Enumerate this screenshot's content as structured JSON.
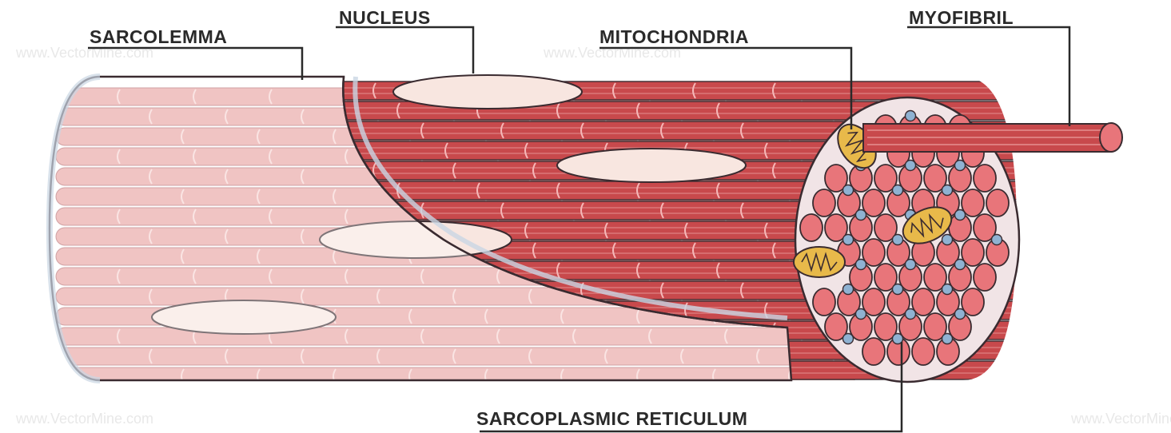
{
  "diagram": {
    "labels": {
      "sarcolemma": "SARCOLEMMA",
      "nucleus": "NUCLEUS",
      "mitochondria": "MITOCHONDRIA",
      "myofibril": "MYOFIBRIL",
      "sarcoplasmic_reticulum": "SARCOPLASMIC RETICULUM"
    },
    "watermark": "www.VectorMine.com",
    "colors": {
      "fibril_dark": "#c8494c",
      "fibril_light": "#e8a5a3",
      "fibril_end": "#e8757a",
      "outline": "#3a2b30",
      "membrane": "#dfe8f0",
      "nucleus": "#f8e6e0",
      "mitochondria": "#e8b94a",
      "reticulum": "#8fb2d2"
    }
  }
}
